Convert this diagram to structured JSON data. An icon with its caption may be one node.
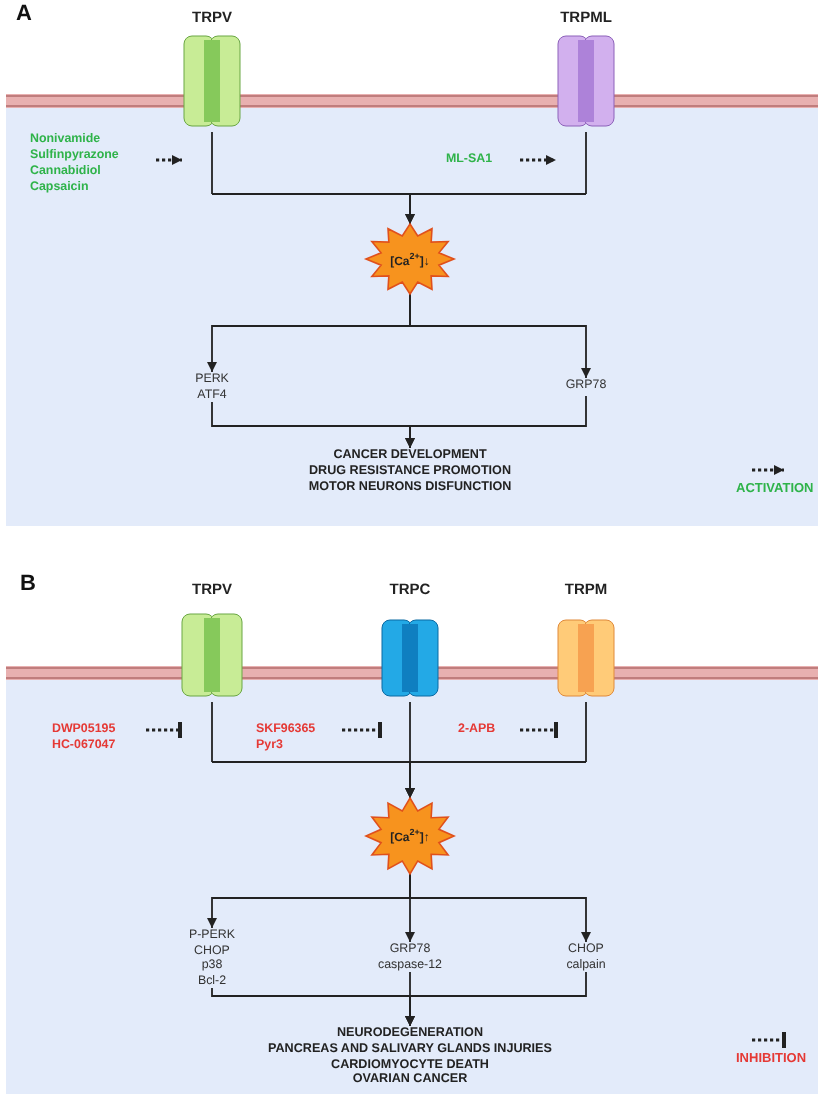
{
  "diagram": {
    "nodes": [
      {
        "text": [
          "TRPV"
        ]
      },
      {
        "text": [
          "TRPML"
        ]
      },
      {
        "text": [
          "Nonivamide",
          "Sulfinpyrazone",
          "Cannabidiol",
          "Capsaicin"
        ]
      },
      {
        "text": [
          "ML-SA1"
        ]
      },
      {
        "text": [
          "[Ca$^{2+}$]↓"
        ]
      },
      {
        "text": [
          "PERK",
          "ATF4"
        ]
      },
      {
        "text": [
          "GRP78"
        ]
      },
      {
        "text": [
          "CANCER DEVELOPMENT",
          "DRUG RESISTANCE PROMOTION",
          "MOTOR NEURONS DISFUNCTION"
        ]
      },
      {
        "text": [
          "TRPV"
        ]
      },
      {
        "text": [
          "TRPC"
        ]
      },
      {
        "text": [
          "TRPM"
        ]
      },
      {
        "text": [
          "DWP05195",
          "HC-067047"
        ]
      },
      {
        "text": [
          "SKF96365",
          "Pyr3"
        ]
      },
      {
        "text": [
          "2-APB"
        ]
      },
      {
        "text": [
          "[Ca$^{2+}$]↑"
        ]
      },
      {
        "text": [
          "P-PERK",
          "CHOP",
          "p38",
          "Bcl-2"
        ]
      },
      {
        "text": [
          "GRP78",
          "caspase-12"
        ]
      },
      {
        "text": [
          "CHOP",
          "calpain"
        ]
      },
      {
        "text": [
          "NEURODEGENERATION",
          "PANCREAS AND SALIVARY GLANDS INJURIES",
          "CARDIOMYOCYTE DEATH",
          "OVARIAN CANCER"
        ]
      }
    ],
    "edges": [
      {
        "from": 2,
        "to": 0,
        "arrow": "to",
        "style": "dashed"
      },
      {
        "from": 3,
        "to": 1,
        "arrow": "to",
        "style": "dashed"
      },
      {
        "from": 0,
        "to": 4,
        "arrow": "to"
      },
      {
        "from": 1,
        "to": 4,
        "arrow": "to"
      },
      {
        "from": 4,
        "to": 5,
        "arrow": "to"
      },
      {
        "from": 4,
        "to": 6,
        "arrow": "to"
      },
      {
        "from": 5,
        "to": 7,
        "arrow": "to"
      },
      {
        "from": 6,
        "to": 7,
        "arrow": "to"
      },
      {
        "from": 11,
        "to": 8,
        "arrow": "other",
        "style": "dashed"
      },
      {
        "from": 12,
        "to": 9,
        "arrow": "other",
        "style": "dashed"
      },
      {
        "from": 13,
        "to": 10,
        "arrow": "other",
        "style": "dashed"
      },
      {
        "from": 8,
        "to": 14,
        "arrow": "to"
      },
      {
        "from": 9,
        "to": 14,
        "arrow": "to"
      },
      {
        "from": 10,
        "to": 14,
        "arrow": "to"
      },
      {
        "from": 14,
        "to": 15,
        "arrow": "to"
      },
      {
        "from": 14,
        "to": 16,
        "arrow": "to"
      },
      {
        "from": 14,
        "to": 17,
        "arrow": "to"
      },
      {
        "from": 15,
        "to": 18,
        "arrow": "to"
      },
      {
        "from": 16,
        "to": 18,
        "arrow": "to"
      },
      {
        "from": 17,
        "to": 18,
        "arrow": "to"
      }
    ],
    "labels": [
      "A",
      "B"
    ],
    "legend": [
      {
        "text": "ACTIVATION"
      },
      {
        "text": "INHIBITION"
      }
    ]
  }
}
